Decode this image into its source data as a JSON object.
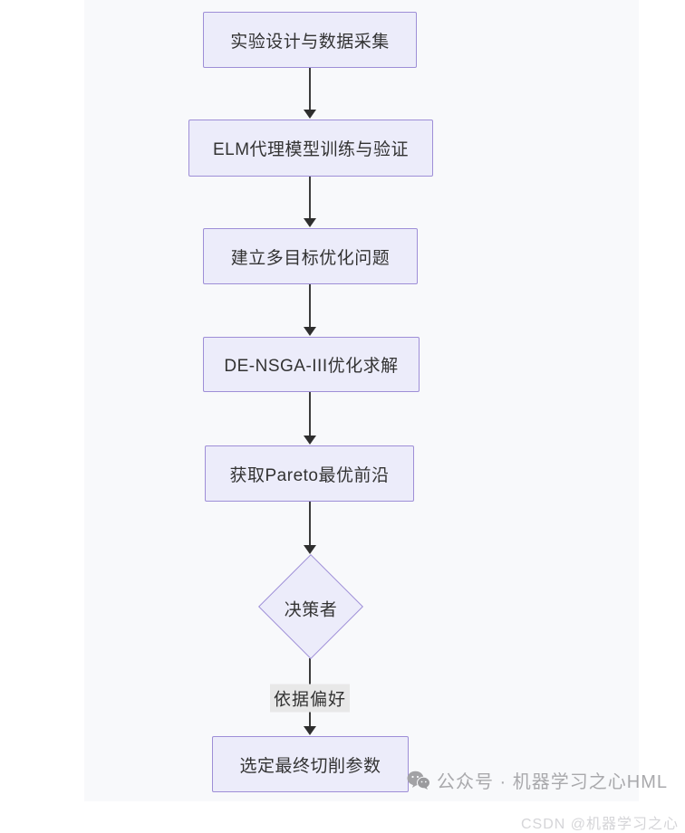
{
  "page": {
    "background": "#ffffff",
    "panel_background": "#f8f9fb"
  },
  "flowchart": {
    "style": {
      "node_fill": "#ececfa",
      "node_border": "#9e8ed7",
      "node_text_color": "#333333",
      "edge_color": "#3b3b3b",
      "edge_label_background": "#e8e8e8"
    },
    "nodes": [
      {
        "id": "n1",
        "shape": "rect",
        "label": "实验设计与数据采集"
      },
      {
        "id": "n2",
        "shape": "rect",
        "label": "ELM代理模型训练与验证"
      },
      {
        "id": "n3",
        "shape": "rect",
        "label": "建立多目标优化问题"
      },
      {
        "id": "n4",
        "shape": "rect",
        "label": "DE-NSGA-III优化求解"
      },
      {
        "id": "n5",
        "shape": "rect",
        "label": "获取Pareto最优前沿"
      },
      {
        "id": "n6",
        "shape": "diamond",
        "label": "决策者"
      },
      {
        "id": "n7",
        "shape": "rect",
        "label": "选定最终切削参数"
      }
    ],
    "edges": [
      {
        "from": "n1",
        "to": "n2",
        "label": ""
      },
      {
        "from": "n2",
        "to": "n3",
        "label": ""
      },
      {
        "from": "n3",
        "to": "n4",
        "label": ""
      },
      {
        "from": "n4",
        "to": "n5",
        "label": ""
      },
      {
        "from": "n5",
        "to": "n6",
        "label": ""
      },
      {
        "from": "n6",
        "to": "n7",
        "label": "依据偏好"
      }
    ],
    "edge_label": "依据偏好"
  },
  "watermarks": {
    "wechat_icon": "wechat-logo-icon",
    "wechat_text": "公众号 · 机器学习之心HML",
    "csdn_text": "CSDN @机器学习之心"
  }
}
